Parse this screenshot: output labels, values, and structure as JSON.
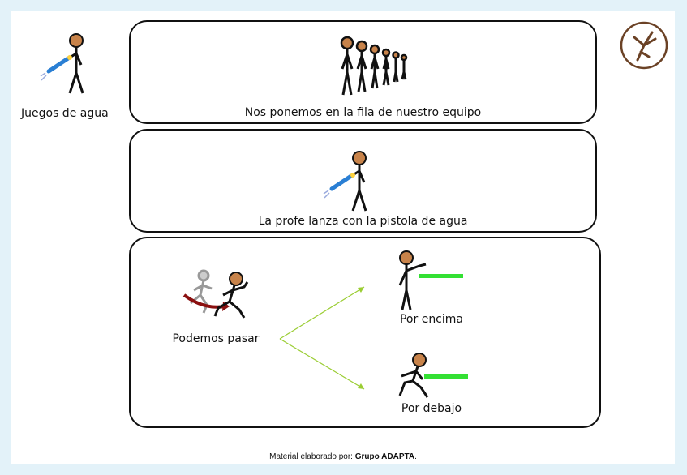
{
  "title_label": "Juegos de agua",
  "steps": [
    {
      "caption": "Nos ponemos en la fila de nuestro equipo"
    },
    {
      "caption": "La profe lanza con la pistola de agua"
    }
  ],
  "choice": {
    "prompt": "Podemos pasar",
    "options": [
      {
        "label": "Por encima"
      },
      {
        "label": "Por debajo"
      }
    ]
  },
  "footer": {
    "prefix": "Material elaborado por:",
    "author": "Grupo  ADAPTA",
    "suffix": "."
  },
  "colors": {
    "skin": "#c8834a",
    "bar": "#33e033",
    "arrow": "#9acd32",
    "run_arrow": "#8b1010",
    "logo": "#6b4226"
  }
}
